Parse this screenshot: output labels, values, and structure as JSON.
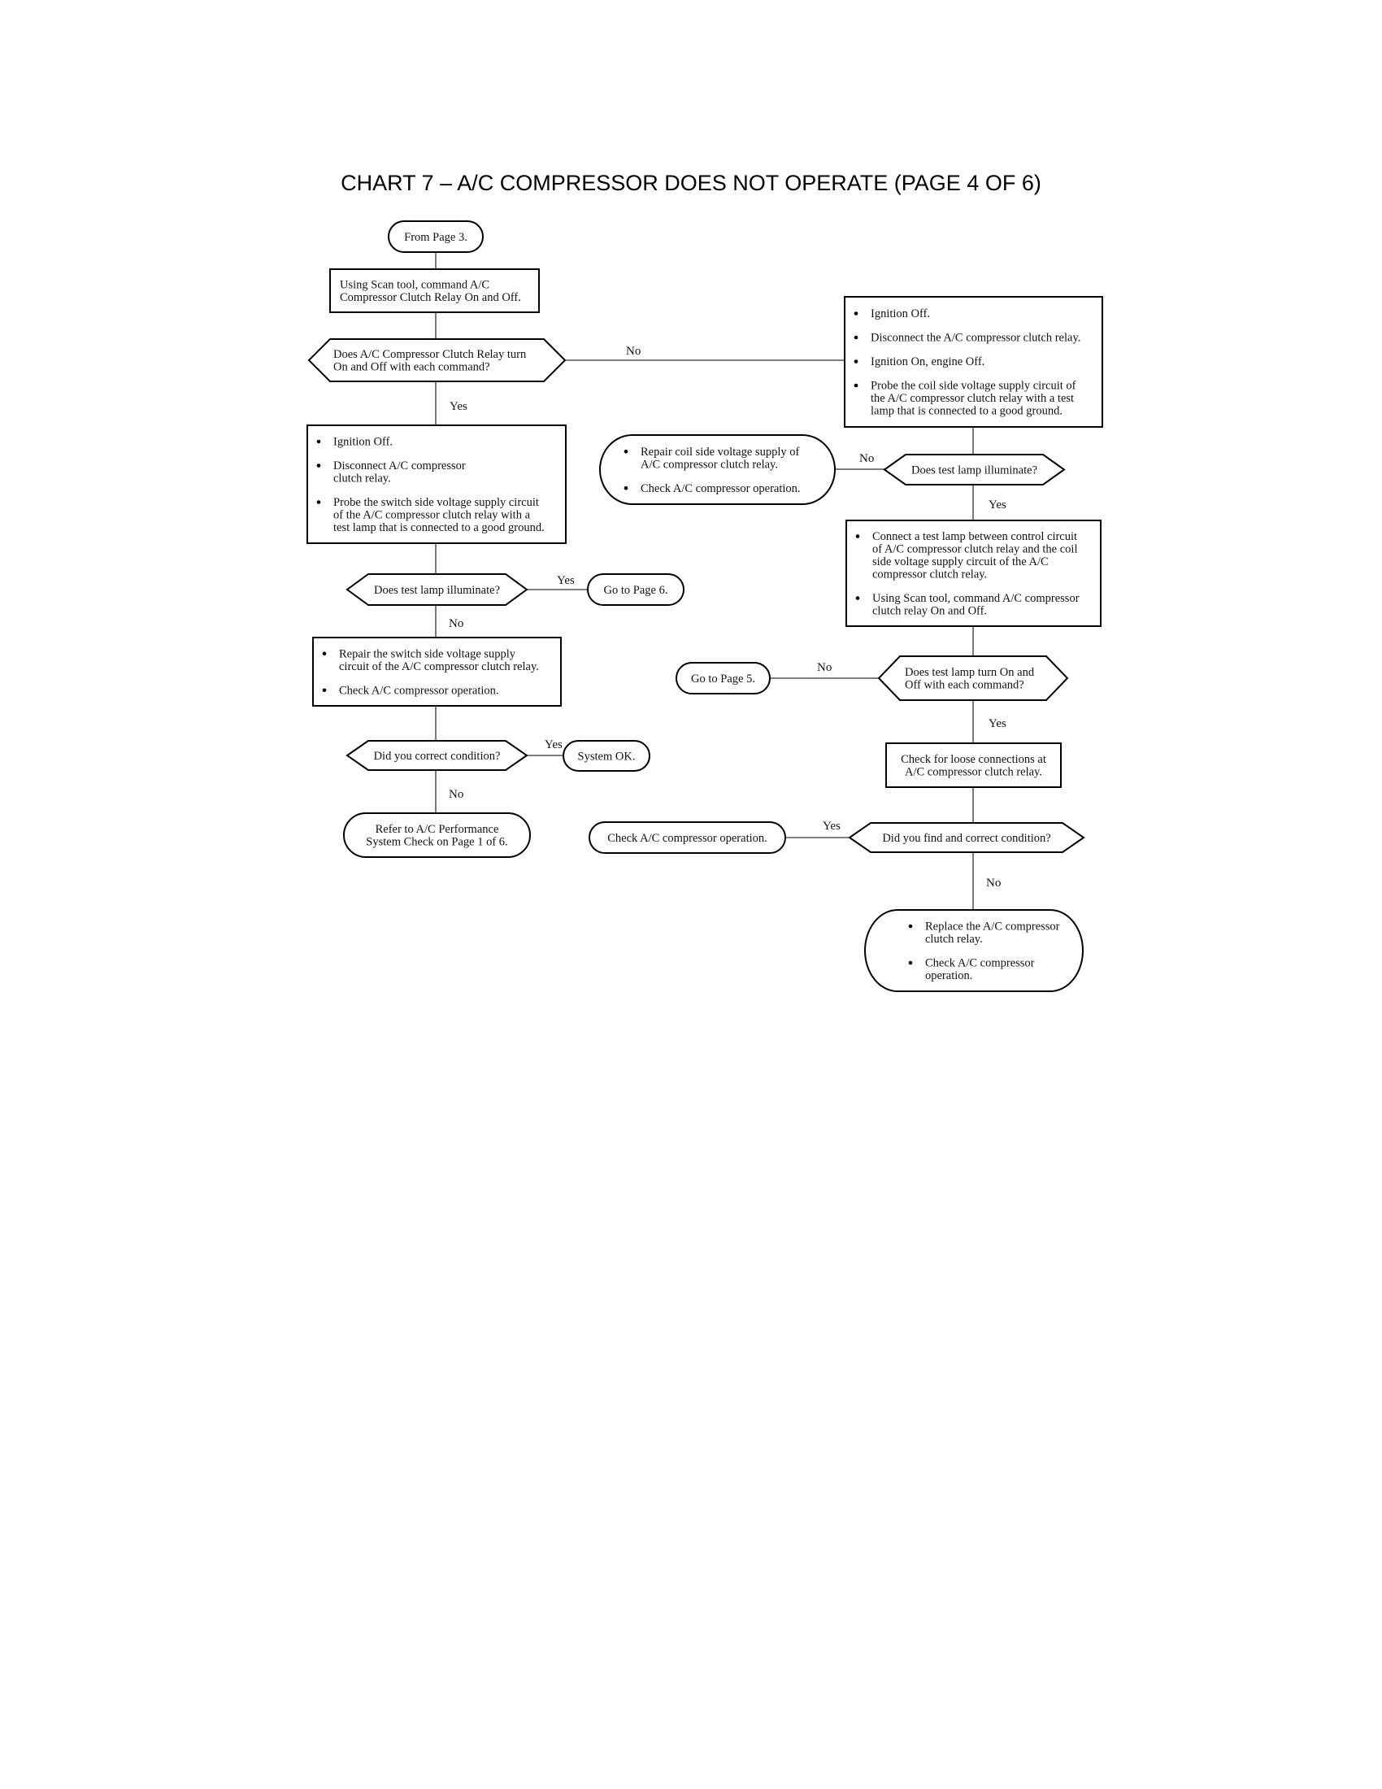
{
  "title": "CHART 7 – A/C COMPRESSOR DOES NOT OPERATE (PAGE 4 OF 6)",
  "nodes": [
    {
      "id": "from-page-3",
      "kind": "terminal",
      "lines": [
        "From Page 3."
      ]
    },
    {
      "id": "scan-tool-command",
      "kind": "process",
      "lines": [
        "Using Scan tool, command A/C",
        "Compressor Clutch Relay On and Off."
      ]
    },
    {
      "id": "relay-turn-decision",
      "kind": "decision",
      "lines": [
        "Does A/C Compressor Clutch Relay turn",
        "On and Off with each command?"
      ]
    },
    {
      "id": "switch-side-probe",
      "kind": "process",
      "bullets": [
        [
          "Ignition Off."
        ],
        [
          "Disconnect A/C compressor",
          "clutch relay."
        ],
        [
          "Probe the switch side voltage supply circuit",
          "of the A/C compressor clutch relay with a",
          "test lamp that is connected to a good ground."
        ]
      ]
    },
    {
      "id": "lamp-illuminate-left",
      "kind": "decision",
      "lines": [
        "Does test lamp illuminate?"
      ]
    },
    {
      "id": "go-page-6",
      "kind": "terminal",
      "lines": [
        "Go to Page 6."
      ]
    },
    {
      "id": "repair-switch-side",
      "kind": "process",
      "bullets": [
        [
          "Repair the switch side voltage supply",
          "circuit of the A/C compressor clutch relay."
        ],
        [
          "Check A/C compressor operation."
        ]
      ]
    },
    {
      "id": "correct-condition-left",
      "kind": "decision",
      "lines": [
        "Did you correct condition?"
      ]
    },
    {
      "id": "system-ok",
      "kind": "terminal",
      "lines": [
        "System OK."
      ]
    },
    {
      "id": "refer-performance",
      "kind": "terminal",
      "lines": [
        "Refer to A/C Performance",
        "System Check on Page 1 of 6."
      ]
    },
    {
      "id": "coil-side-probe",
      "kind": "process",
      "bullets": [
        [
          "Ignition Off."
        ],
        [
          "Disconnect the A/C compressor clutch relay."
        ],
        [
          "Ignition On, engine Off."
        ],
        [
          "Probe the coil side voltage supply circuit of",
          "the A/C compressor clutch relay with a test",
          "lamp that is connected to a good ground."
        ]
      ]
    },
    {
      "id": "lamp-illuminate-right",
      "kind": "decision",
      "lines": [
        "Does test lamp illuminate?"
      ]
    },
    {
      "id": "repair-coil-side",
      "kind": "terminal",
      "bullets": [
        [
          "Repair coil side voltage supply of",
          "A/C compressor clutch relay."
        ],
        [
          "Check A/C compressor operation."
        ]
      ]
    },
    {
      "id": "connect-test-lamp",
      "kind": "process",
      "bullets": [
        [
          "Connect a test lamp between control circuit",
          "of A/C compressor clutch relay and the coil",
          "side voltage supply circuit of the A/C",
          "compressor clutch relay."
        ],
        [
          "Using Scan tool, command A/C compressor",
          "clutch relay On and Off."
        ]
      ]
    },
    {
      "id": "lamp-on-off-decision",
      "kind": "decision",
      "lines": [
        "Does test lamp turn On and",
        "Off with each command?"
      ]
    },
    {
      "id": "go-page-5",
      "kind": "terminal",
      "lines": [
        "Go to Page 5."
      ]
    },
    {
      "id": "check-loose-connections",
      "kind": "process",
      "lines": [
        "Check for loose connections at",
        "A/C compressor clutch relay."
      ]
    },
    {
      "id": "find-correct-decision",
      "kind": "decision",
      "lines": [
        "Did you find and correct condition?"
      ]
    },
    {
      "id": "check-compressor-operation",
      "kind": "terminal",
      "lines": [
        "Check A/C compressor operation."
      ]
    },
    {
      "id": "replace-relay",
      "kind": "terminal",
      "bullets": [
        [
          "Replace the A/C compressor",
          "clutch relay."
        ],
        [
          "Check A/C compressor",
          "operation."
        ]
      ]
    }
  ],
  "edges": [
    {
      "from": "from-page-3",
      "to": "scan-tool-command",
      "label": ""
    },
    {
      "from": "scan-tool-command",
      "to": "relay-turn-decision",
      "label": ""
    },
    {
      "from": "relay-turn-decision",
      "to": "switch-side-probe",
      "label": "Yes"
    },
    {
      "from": "relay-turn-decision",
      "to": "coil-side-probe",
      "label": "No"
    },
    {
      "from": "switch-side-probe",
      "to": "lamp-illuminate-left",
      "label": ""
    },
    {
      "from": "lamp-illuminate-left",
      "to": "go-page-6",
      "label": "Yes"
    },
    {
      "from": "lamp-illuminate-left",
      "to": "repair-switch-side",
      "label": "No"
    },
    {
      "from": "repair-switch-side",
      "to": "correct-condition-left",
      "label": ""
    },
    {
      "from": "correct-condition-left",
      "to": "system-ok",
      "label": "Yes"
    },
    {
      "from": "correct-condition-left",
      "to": "refer-performance",
      "label": "No"
    },
    {
      "from": "coil-side-probe",
      "to": "lamp-illuminate-right",
      "label": ""
    },
    {
      "from": "lamp-illuminate-right",
      "to": "repair-coil-side",
      "label": "No"
    },
    {
      "from": "lamp-illuminate-right",
      "to": "connect-test-lamp",
      "label": "Yes"
    },
    {
      "from": "connect-test-lamp",
      "to": "lamp-on-off-decision",
      "label": ""
    },
    {
      "from": "lamp-on-off-decision",
      "to": "go-page-5",
      "label": "No"
    },
    {
      "from": "lamp-on-off-decision",
      "to": "check-loose-connections",
      "label": "Yes"
    },
    {
      "from": "check-loose-connections",
      "to": "find-correct-decision",
      "label": ""
    },
    {
      "from": "find-correct-decision",
      "to": "check-compressor-operation",
      "label": "Yes"
    },
    {
      "from": "find-correct-decision",
      "to": "replace-relay",
      "label": "No"
    }
  ]
}
